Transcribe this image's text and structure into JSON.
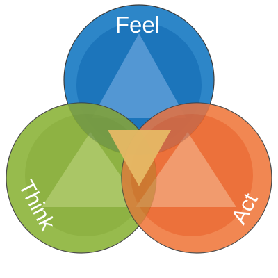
{
  "diagram": {
    "circles": [
      {
        "id": "feel",
        "label": "Feel",
        "fill": "#1f7cc1",
        "inner": "#1a6fb0",
        "stroke": "#3a3a3a"
      },
      {
        "id": "think",
        "label": "Think",
        "fill": "#8bb33a",
        "inner": "#7fa52f",
        "stroke": "#3a3a3a"
      },
      {
        "id": "act",
        "label": "Act",
        "fill": "#f0642a",
        "inner": "#e85a20",
        "stroke": "#3a3a3a"
      }
    ],
    "center_triangle_color": "#e6b865"
  }
}
